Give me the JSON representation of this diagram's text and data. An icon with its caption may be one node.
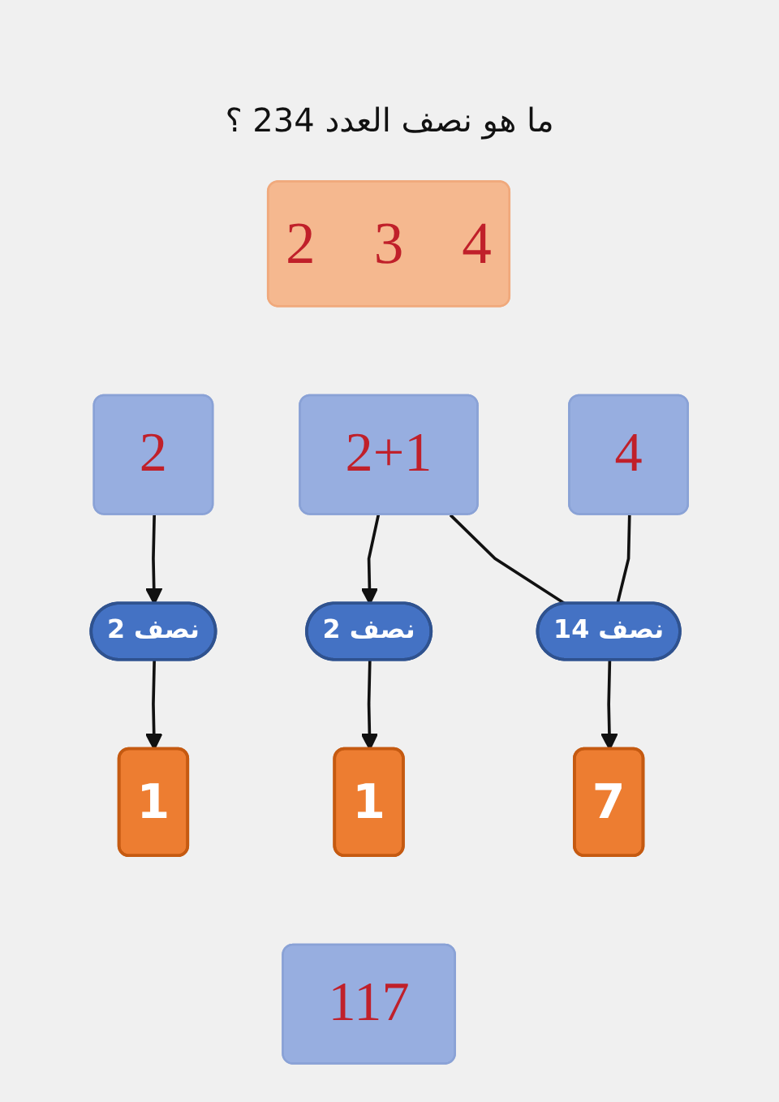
{
  "diagram": {
    "title": "ما هو نصف العدد 234 ؟",
    "nodes": [
      {
        "text": [
          "2 3 4"
        ]
      },
      {
        "text": [
          "2"
        ]
      },
      {
        "text": [
          "2+1"
        ]
      },
      {
        "text": [
          "4"
        ]
      },
      {
        "text": [
          "نصف 2"
        ]
      },
      {
        "text": [
          "نصف 2"
        ]
      },
      {
        "text": [
          "نصف 14"
        ]
      },
      {
        "text": [
          "1"
        ]
      },
      {
        "text": [
          "1"
        ]
      },
      {
        "text": [
          "7"
        ]
      },
      {
        "text": [
          "117"
        ]
      }
    ],
    "edges": [
      {
        "from": 1,
        "to": 4,
        "arrow": "to"
      },
      {
        "from": 2,
        "to": 5,
        "arrow": "to"
      },
      {
        "from": 2,
        "to": 6,
        "arrow": "none"
      },
      {
        "from": 3,
        "to": 6,
        "arrow": "none"
      },
      {
        "from": 4,
        "to": 7,
        "arrow": "to"
      },
      {
        "from": 5,
        "to": 8,
        "arrow": "to"
      },
      {
        "from": 6,
        "to": 9,
        "arrow": "to"
      }
    ]
  }
}
